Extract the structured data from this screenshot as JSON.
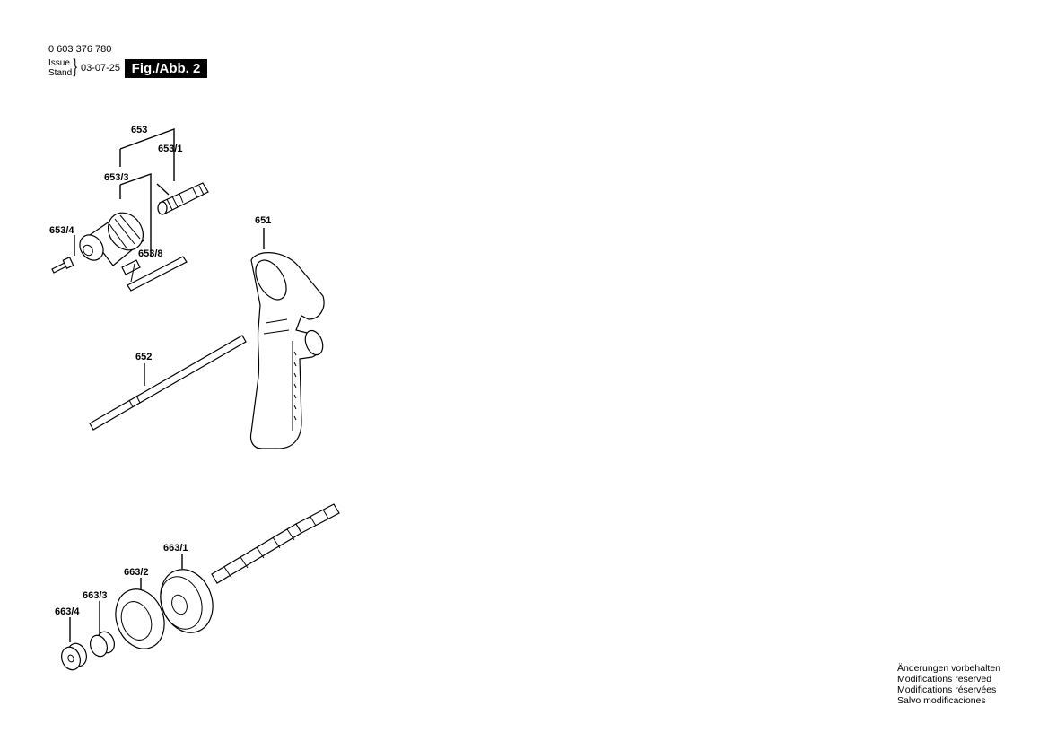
{
  "header": {
    "part_number": "0 603 376 780",
    "issue_label": "Issue",
    "stand_label": "Stand",
    "date": "03-07-25",
    "figure": "Fig./Abb. 2"
  },
  "callouts": {
    "c653": "653",
    "c653_1": "653/1",
    "c653_3": "653/3",
    "c653_4": "653/4",
    "c653_8": "653/8",
    "c651": "651",
    "c652": "652",
    "c663_1": "663/1",
    "c663_2": "663/2",
    "c663_3": "663/3",
    "c663_4": "663/4"
  },
  "notes": [
    "Änderungen vorbehalten",
    "Modifications reserved",
    "Modifications réservées",
    "Salvo modificaciones"
  ]
}
